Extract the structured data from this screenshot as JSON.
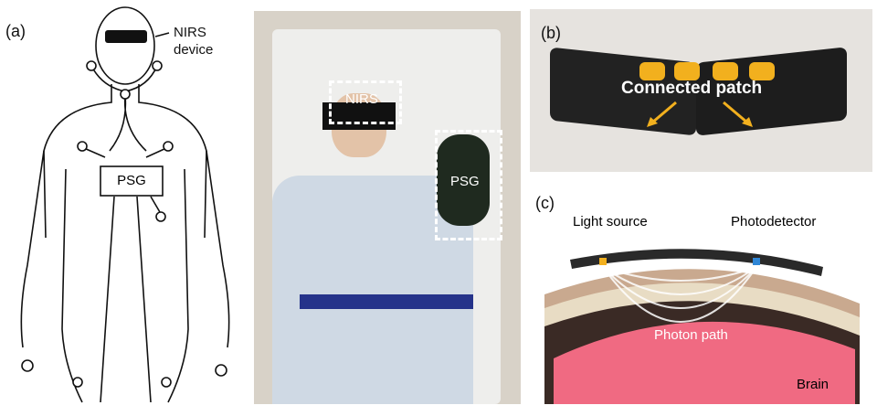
{
  "panel_a": {
    "label": "(a)",
    "device_line1": "NIRS",
    "device_line2": "device",
    "psg": "PSG"
  },
  "photo": {
    "nirs": "NIRS",
    "psg": "PSG"
  },
  "panel_b": {
    "label": "(b)",
    "caption": "Connected patch"
  },
  "panel_c": {
    "label": "(c)",
    "light_source": "Light source",
    "photodetector": "Photodetector",
    "photon_path": "Photon path",
    "brain": "Brain"
  },
  "colors": {
    "accent_yellow": "#f2b01e",
    "detector_blue": "#2f86d6",
    "brain_pink": "#f06a82"
  }
}
